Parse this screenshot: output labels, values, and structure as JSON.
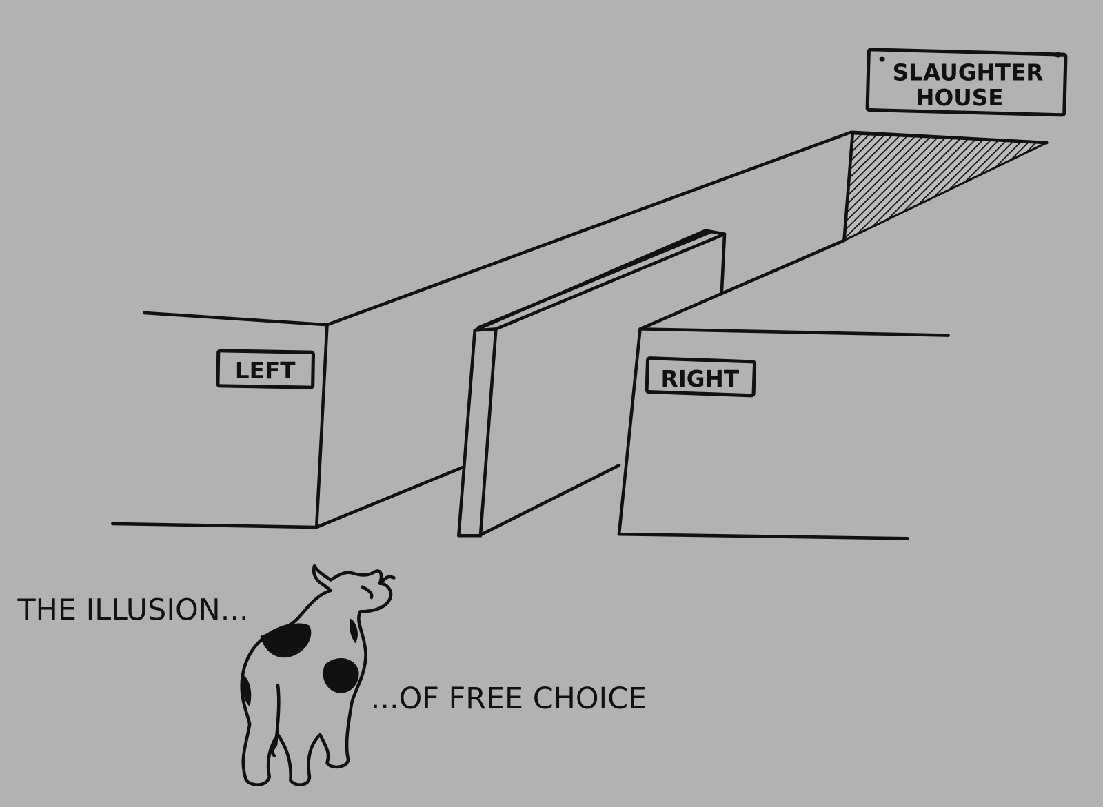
{
  "signs": {
    "left": "LEFT",
    "right": "RIGHT",
    "destination_line1": "SLAUGHTER",
    "destination_line2": "HOUSE"
  },
  "captions": {
    "first": "THE ILLUSION...",
    "second": "...OF FREE CHOICE"
  },
  "colors": {
    "background": "#b2b2b2",
    "ink": "#111111"
  }
}
